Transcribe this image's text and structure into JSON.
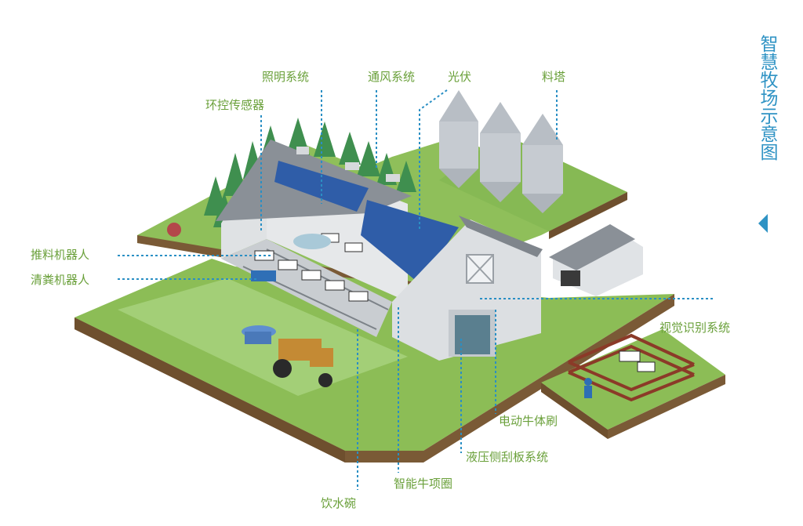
{
  "title": "智慧牧场示意图",
  "colors": {
    "label_green": "#6aa03a",
    "title_blue": "#2f93c4",
    "leader_blue": "#2a8fc4"
  },
  "labels": {
    "lighting": "照明系统",
    "ventilation": "通风系统",
    "photovoltaic": "光伏",
    "feed_tower": "料塔",
    "env_sensor": "环控传感器",
    "feed_robot": "推料机器人",
    "manure_robot": "清粪机器人",
    "vision": "视觉识别系统",
    "cow_brush": "电动牛体刷",
    "hydraulic_scraper": "液压侧刮板系统",
    "smart_collar": "智能牛项圈",
    "water_bowl": "饮水碗"
  },
  "toggle_icon": "triangle-left-icon"
}
